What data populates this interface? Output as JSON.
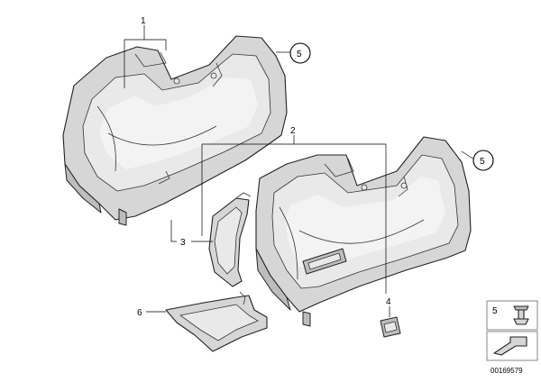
{
  "callouts": {
    "c1": "1",
    "c2": "2",
    "c3": "3",
    "c4": "4",
    "c5a": "5",
    "c5b": "5",
    "c6": "6"
  },
  "legend": {
    "number": "5",
    "screw_icon": "screw-clip-icon",
    "arrow_icon": "direction-arrow-icon"
  },
  "diagram_id": "00169579",
  "colors": {
    "part_fill": "#d6d6d6",
    "line": "#222222",
    "background": "#ffffff"
  }
}
